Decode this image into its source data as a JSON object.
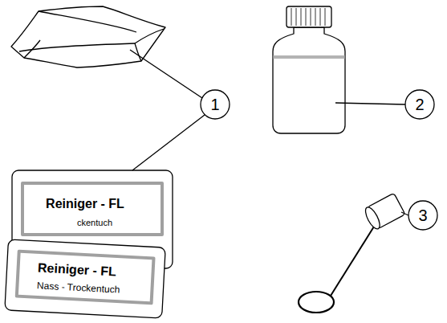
{
  "diagram": {
    "labels": [
      "1",
      "2",
      "Reiniger - FL",
      "ckentuch",
      "3",
      "Reiniger - FL",
      "Nass - Trockentuch"
    ]
  }
}
